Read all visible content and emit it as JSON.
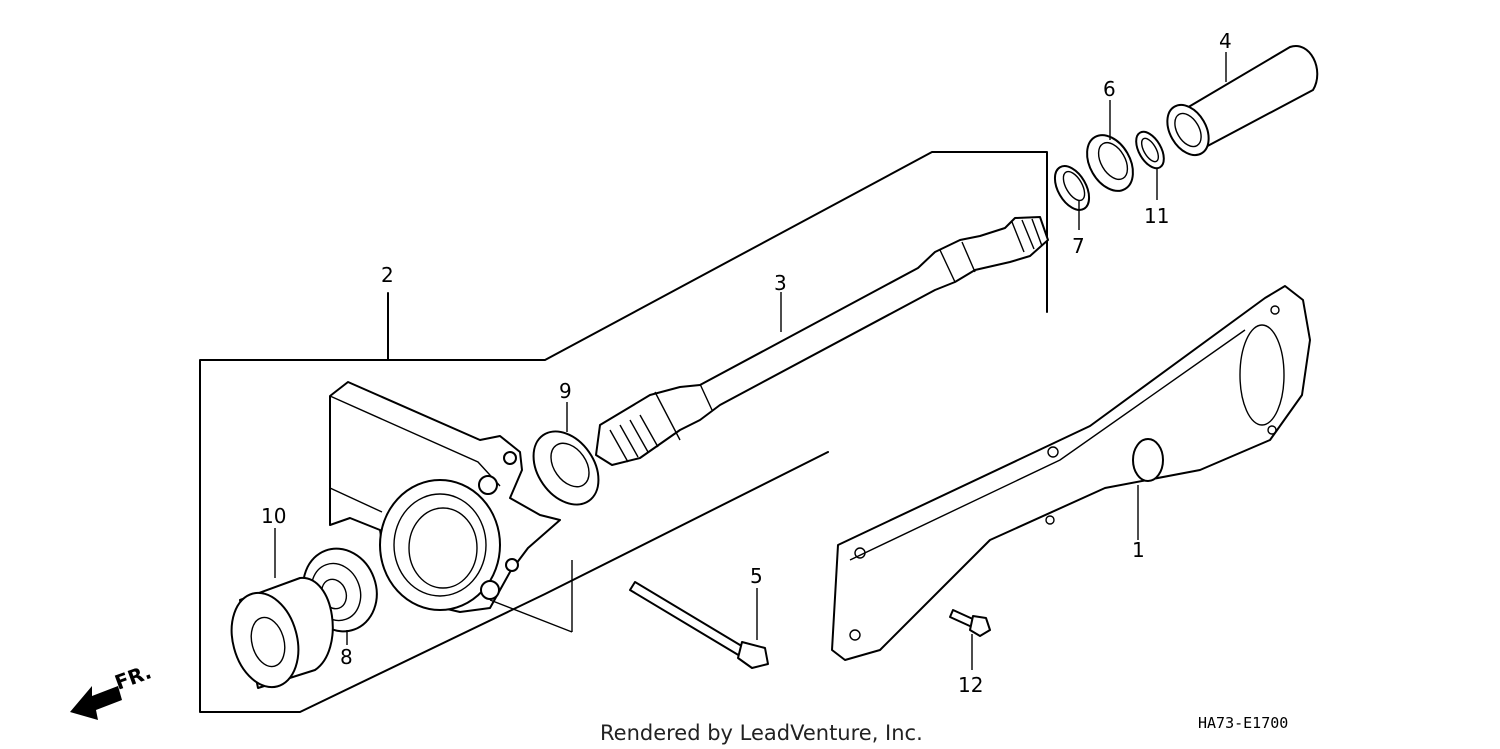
{
  "diagram": {
    "callouts": {
      "c1": "1",
      "c2": "2",
      "c3": "3",
      "c4": "4",
      "c5": "5",
      "c6": "6",
      "c7": "7",
      "c8": "8",
      "c9": "9",
      "c10": "10",
      "c11": "11",
      "c12": "12"
    },
    "front_marker": "FR.",
    "credit": "Rendered by LeadVenture, Inc.",
    "figure_code": "HA73-E1700"
  }
}
